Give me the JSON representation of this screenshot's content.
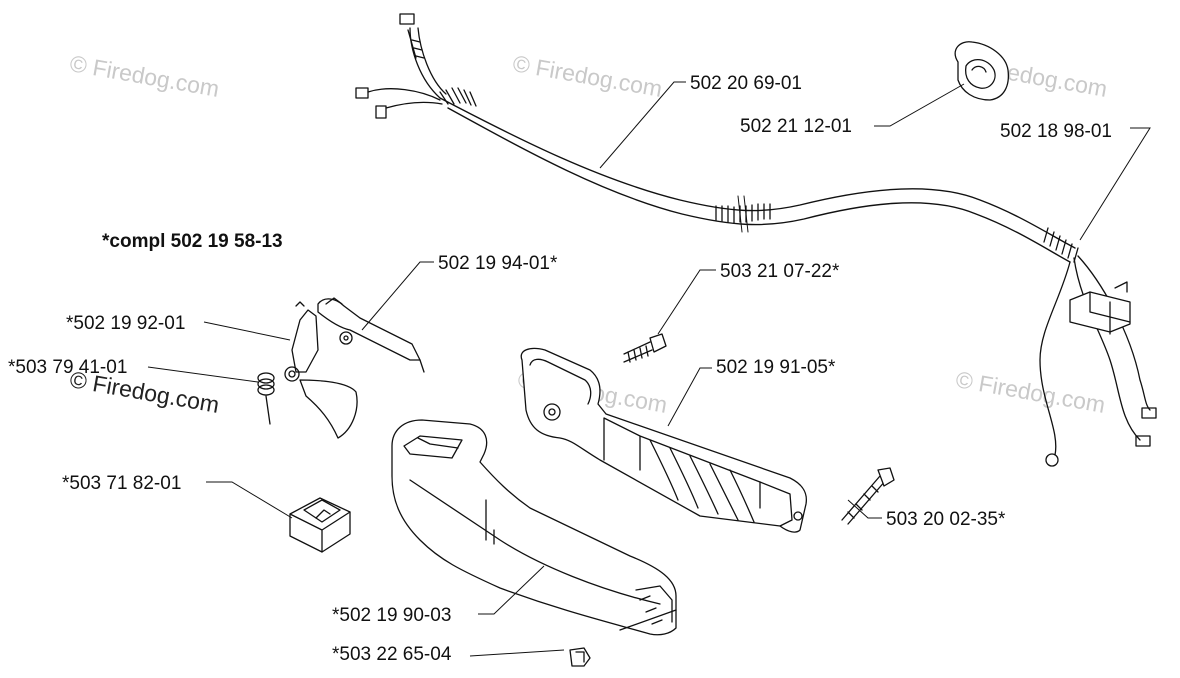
{
  "assembly_label": "*compl 502 19 58-13",
  "watermark_text": "© Firedog.com",
  "part_labels": {
    "p1": "502 20 69-01",
    "p2": "502 21 12-01",
    "p3": "502 18 98-01",
    "p4": "502 19 94-01*",
    "p5": "*502 19 92-01",
    "p6": "*503 79 41-01",
    "p7": "503 21 07-22*",
    "p8": "502 19 91-05*",
    "p9": "*503 71 82-01",
    "p10": "503 20 02-35*",
    "p11": "*502 19 90-03",
    "p12": "*503 22 65-04"
  }
}
